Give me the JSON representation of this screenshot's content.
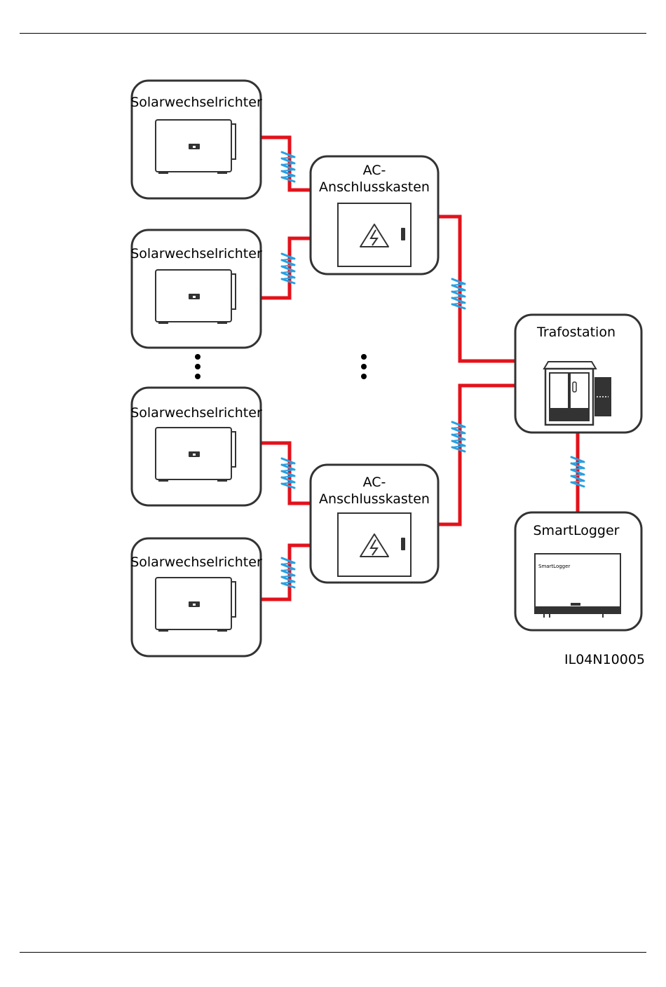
{
  "inverters": [
    {
      "label": "Solarwechselrichter"
    },
    {
      "label": "Solarwechselrichter"
    },
    {
      "label": "Solarwechselrichter"
    },
    {
      "label": "Solarwechselrichter"
    }
  ],
  "ac_boxes": [
    {
      "label_line1": "AC-",
      "label_line2": "Anschlusskasten"
    },
    {
      "label_line1": "AC-",
      "label_line2": "Anschlusskasten"
    }
  ],
  "transformer": {
    "label": "Trafostation"
  },
  "logger": {
    "label": "SmartLogger",
    "screen_text": "SmartLogger"
  },
  "figure_id": "IL04N10005",
  "colors": {
    "cable": "#e3121b",
    "coil": "#2a9fe0",
    "outline": "#333333"
  },
  "icons": [
    "inverter-icon",
    "lightning-icon",
    "transformer-cabinet-icon",
    "smartlogger-device-icon",
    "coil-icon",
    "vertical-ellipsis-icon"
  ]
}
